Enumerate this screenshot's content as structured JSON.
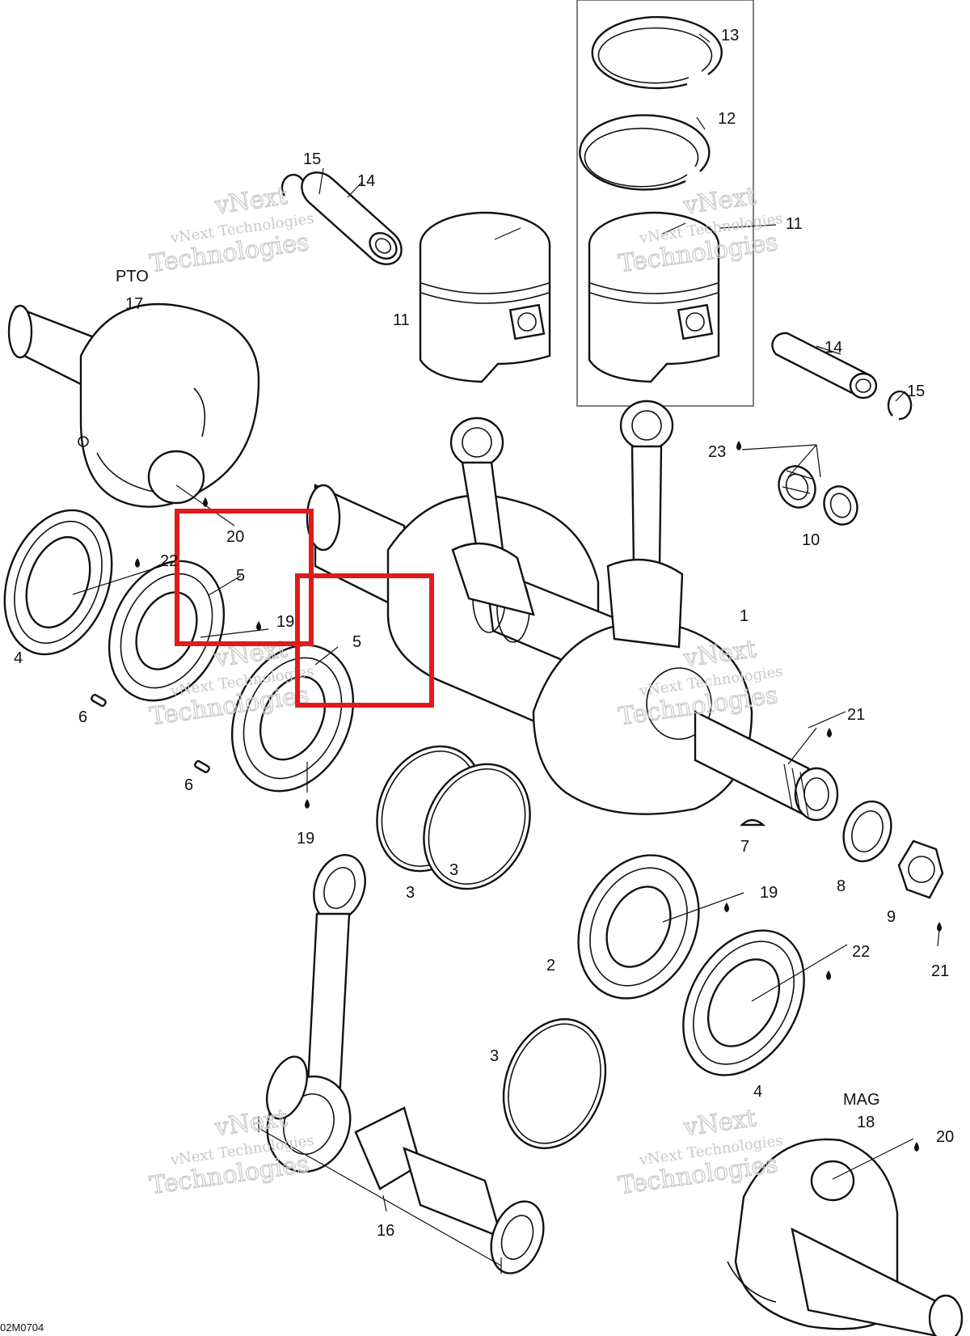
{
  "diagram": {
    "drawing_code": "02M0704",
    "side_labels": {
      "pto": "PTO",
      "mag": "MAG"
    },
    "watermark": {
      "line1": "vNext",
      "line2": "vNext Technologies",
      "line3": "Technologies"
    },
    "highlight_color": "#e01b1b",
    "callouts": {
      "c13": "13",
      "c12": "12",
      "c15a": "15",
      "c14a": "14",
      "c11a": "11",
      "c11b": "11",
      "c17": "17",
      "c14b": "14",
      "c15b": "15",
      "c23": "23",
      "c10": "10",
      "c20a": "20",
      "c22a": "22",
      "c5a": "5",
      "c19a": "19",
      "c1": "1",
      "c4a": "4",
      "c5b": "5",
      "c6a": "6",
      "c6b": "6",
      "c21a": "21",
      "c19b": "19",
      "c7": "7",
      "c3a": "3",
      "c3b": "3",
      "c8": "8",
      "c9": "9",
      "c19c": "19",
      "c21b": "21",
      "c2": "2",
      "c22b": "22",
      "c3c": "3",
      "c4b": "4",
      "c18": "18",
      "c20b": "20",
      "c16": "16"
    }
  }
}
